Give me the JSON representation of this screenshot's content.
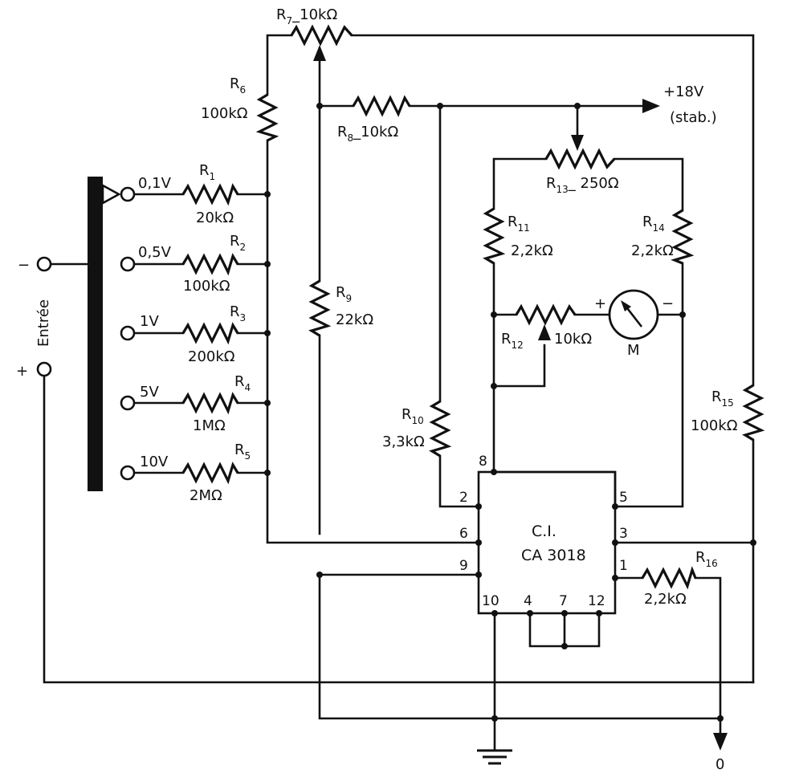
{
  "input": {
    "label": "Entrée",
    "minus": "−",
    "plus": "+",
    "ranges": [
      "0,1V",
      "0,5V",
      "1V",
      "5V",
      "10V"
    ]
  },
  "resistors": {
    "R1": {
      "name": "R",
      "sub": "1",
      "value": "20kΩ"
    },
    "R2": {
      "name": "R",
      "sub": "2",
      "value": "100kΩ"
    },
    "R3": {
      "name": "R",
      "sub": "3",
      "value": "200kΩ"
    },
    "R4": {
      "name": "R",
      "sub": "4",
      "value": "1MΩ"
    },
    "R5": {
      "name": "R",
      "sub": "5",
      "value": "2MΩ"
    },
    "R6": {
      "name": "R",
      "sub": "6",
      "value": "100kΩ"
    },
    "R7": {
      "name": "R",
      "sub": "7",
      "value": "_10kΩ"
    },
    "R8": {
      "name": "R",
      "sub": "8",
      "value": "_10kΩ"
    },
    "R9": {
      "name": "R",
      "sub": "9",
      "value": "22kΩ"
    },
    "R10": {
      "name": "R",
      "sub": "10",
      "value": "3,3kΩ"
    },
    "R11": {
      "name": "R",
      "sub": "11",
      "value": "2,2kΩ"
    },
    "R12": {
      "name": "R",
      "sub": "12",
      "value": "10kΩ"
    },
    "R13": {
      "name": "R",
      "sub": "13",
      "value": "_ 250Ω"
    },
    "R14": {
      "name": "R",
      "sub": "14",
      "value": "2,2kΩ"
    },
    "R15": {
      "name": "R",
      "sub": "15",
      "value": "100kΩ"
    },
    "R16": {
      "name": "R",
      "sub": "16",
      "value": "2,2kΩ"
    }
  },
  "supply": {
    "voltage": "+18V",
    "note": "(stab.)"
  },
  "meter": {
    "label": "M",
    "plus": "+",
    "minus": "−"
  },
  "ic": {
    "line1": "C.I.",
    "line2": "CA 3018",
    "pins": {
      "p1": "1",
      "p2": "2",
      "p3": "3",
      "p4": "4",
      "p5": "5",
      "p6": "6",
      "p7": "7",
      "p8": "8",
      "p9": "9",
      "p10": "10",
      "p12": "12"
    }
  },
  "output": {
    "label": "0"
  }
}
